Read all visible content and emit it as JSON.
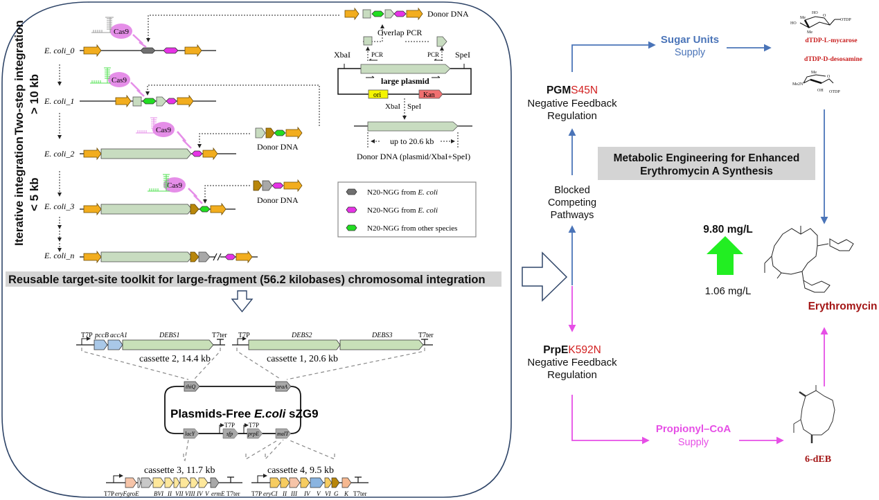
{
  "left_panel": {
    "side_labels": {
      "two_step": {
        "line1": "Two-step integration",
        "line2": "> 10 kb"
      },
      "iterative": {
        "line1": "Iterative integration",
        "line2": "< 5 kb"
      }
    },
    "strains": [
      "E. coli_0",
      "E. coli_1",
      "E. coli_2",
      "E. coli_3",
      "E. coli_n"
    ],
    "cas9_label": "Cas9",
    "donor_dna_label": "Donor  DNA",
    "overlap_pcr_label": "Overlap PCR",
    "pcr_label": "PCR",
    "xbai_label": "XbaI",
    "spei_label": "SpeI",
    "large_plasmid_label": "large plasmid",
    "ori_label": "ori",
    "kan_label": "Kan",
    "up_to_label": "up to 20.6 kb",
    "donor_dna_digest_label": "Donor  DNA (plasmid/XbaI+SpeI)",
    "legend": [
      {
        "label_prefix": "N20-NGG from ",
        "label_italic": "E. coli",
        "color": "#707070"
      },
      {
        "label_prefix": "N20-NGG from ",
        "label_italic": "E. coli",
        "color": "#e633e6"
      },
      {
        "label_prefix": "N20-NGG from other species",
        "label_italic": "",
        "color": "#22dd22"
      }
    ],
    "toolkit_banner": "Reusable target-site toolkit for large-fragment (56.2 kilobases) chromosomal integration",
    "chassis": {
      "title_prefix": "Plasmids-Free ",
      "title_italic": "E.coli",
      "title_suffix": " sZG9",
      "sites": [
        "thiQ",
        "araA",
        "lacY",
        "sfp",
        "prpE",
        "malT"
      ],
      "t7p": "T7P",
      "t7ter": "T7ter"
    },
    "cassettes": [
      {
        "label": "cassette 2, 14.4 kb",
        "genes": [
          "pccB",
          "accA1",
          "DEBS1"
        ]
      },
      {
        "label": "cassette 1, 20.6 kb",
        "genes": [
          "DEBS2",
          "DEBS3"
        ]
      },
      {
        "label": "cassette 3, 11.7 kb",
        "genes": [
          "eryF",
          "groE",
          "BVI",
          "II",
          "VII",
          "VIII",
          "IV",
          "V",
          "ermE"
        ]
      },
      {
        "label": "cassette 4, 9.5 kb",
        "genes": [
          "eryCI",
          "II",
          "III",
          "IV",
          "V",
          "VI",
          "G",
          "K"
        ]
      }
    ]
  },
  "right_panel": {
    "pgm": {
      "name": "PGM",
      "mutation": "S45N",
      "line2": "Negative Feedback",
      "line3": "Regulation"
    },
    "blocked": {
      "line1": "Blocked",
      "line2": "Competing",
      "line3": "Pathways"
    },
    "prpe": {
      "name": "PrpE",
      "mutation": "K592N",
      "line2": "Negative Feedback",
      "line3": "Regulation"
    },
    "sugar": {
      "line1": "Sugar Units",
      "line2": "Supply"
    },
    "propionyl": {
      "line1": "Propionyl–CoA",
      "line2": "Supply"
    },
    "sugars": [
      "dTDP-L-mycarose",
      "dTDP-D-desosamine"
    ],
    "sugar_struct_labels": {
      "mycarose": [
        "HO",
        "Me",
        "HO",
        "Me",
        "O",
        "OTDP"
      ],
      "desosamine": [
        "Me",
        "O",
        "Me2N",
        "OH",
        "OTDP"
      ]
    },
    "title": {
      "line1": "Metabolic Engineering for Enhanced",
      "line2": "Erythromycin A Synthesis"
    },
    "titer_high": "9.80 mg/L",
    "titer_low": "1.06 mg/L",
    "product": "Erythromycin A",
    "intermediate": "6-dEB",
    "colors": {
      "blue": "#4a74b8",
      "magenta": "#e64fe6",
      "red": "#c81e1e",
      "darkred": "#a31515",
      "green": "#22ee22"
    }
  }
}
